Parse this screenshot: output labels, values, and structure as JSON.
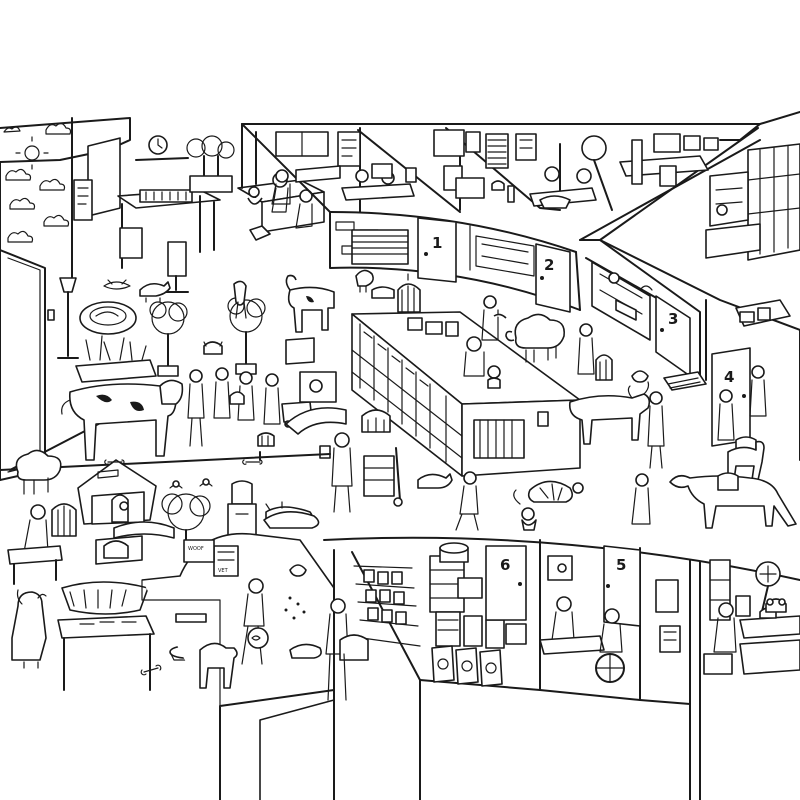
{
  "colors": {
    "ink": "#1a1a1a",
    "paper": "#ffffff"
  },
  "room_numbers": {
    "r1": "1",
    "r2": "2",
    "r3": "3",
    "r4": "4",
    "r5": "5",
    "r6": "6"
  },
  "signs": {
    "vet_poster": "VET",
    "treat_box": "WOOF"
  }
}
